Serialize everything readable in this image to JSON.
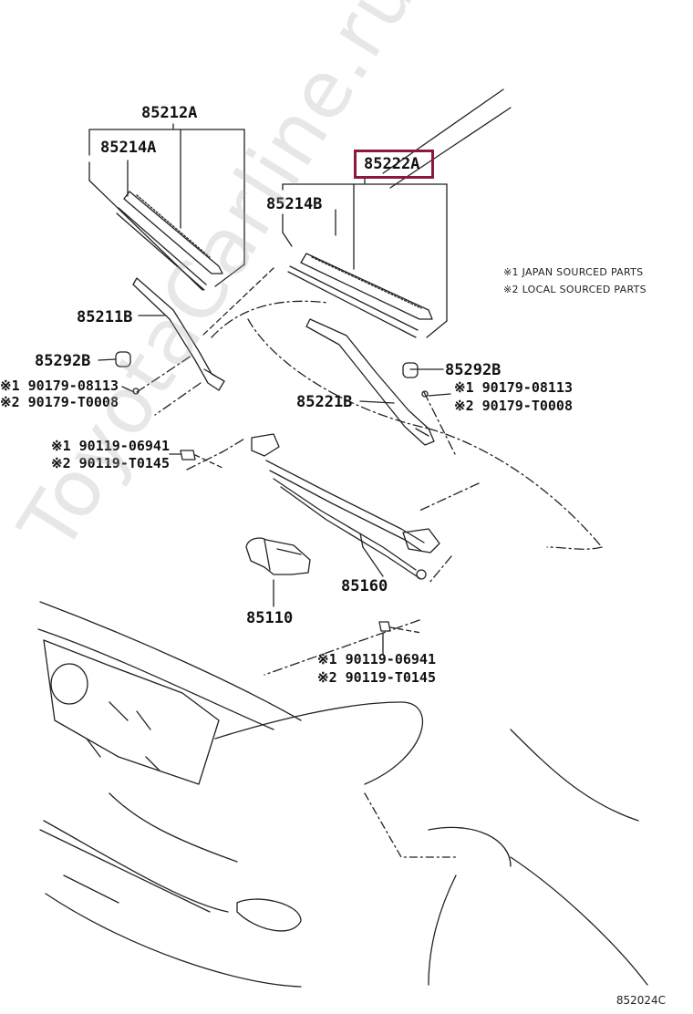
{
  "labels": {
    "p85212A": "85212A",
    "p85214A": "85214A",
    "p85222A": "85222A",
    "p85214B": "85214B",
    "p85211B": "85211B",
    "p85292B_left": "85292B",
    "p85292B_right": "85292B",
    "p85221B": "85221B",
    "p85160": "85160",
    "p85110": "85110"
  },
  "notes": {
    "note1": "※1 JAPAN SOURCED PARTS",
    "note2": "※2 LOCAL SOURCED PARTS"
  },
  "marked_parts": {
    "left_nut_1": "※1 90179-08113",
    "left_nut_2": "※2 90179-T0008",
    "right_nut_1": "※1 90179-08113",
    "right_nut_2": "※2 90179-T0008",
    "left_bolt_1": "※1 90119-06941",
    "left_bolt_2": "※2 90119-T0145",
    "bottom_bolt_1": "※1 90119-06941",
    "bottom_bolt_2": "※2 90119-T0145"
  },
  "highlight": {
    "part": "85222A",
    "color": "#8b1a3a"
  },
  "watermark": "ToyotaCarline.ru",
  "diagram_code": "852024C"
}
